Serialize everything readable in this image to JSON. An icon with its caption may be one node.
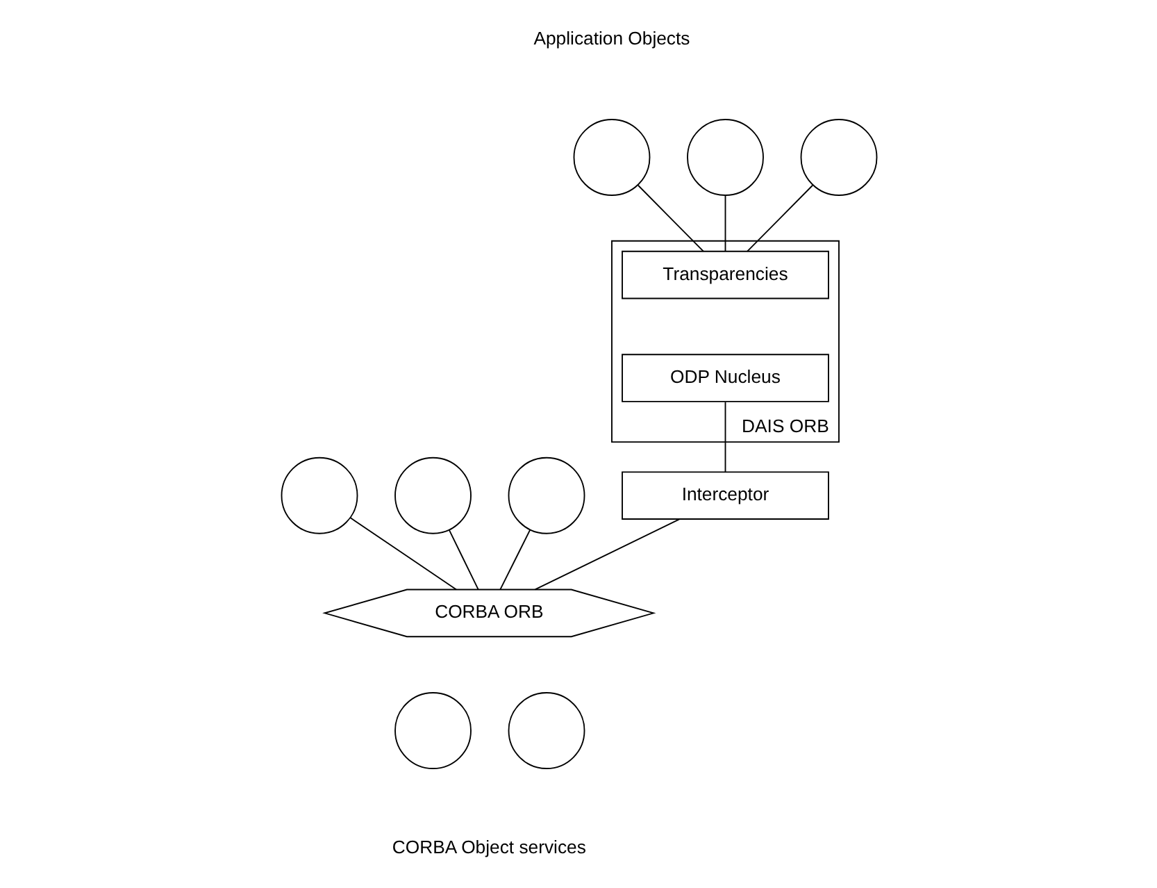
{
  "diagram": {
    "nodes": [
      {
        "text": [
          "DAIS ORB"
        ]
      },
      {
        "text": [
          "Transparencies"
        ],
        "in": 0
      },
      {
        "text": [
          "ODP Nucleus"
        ],
        "in": 0
      },
      {
        "text": [],
        "shape": "circle"
      },
      {
        "text": [],
        "shape": "circle"
      },
      {
        "text": [],
        "shape": "circle"
      },
      {
        "text": [],
        "shape": "circle"
      },
      {
        "text": [],
        "shape": "circle"
      },
      {
        "text": [],
        "shape": "circle"
      },
      {
        "text": [
          "CORBA ORB"
        ]
      },
      {
        "text": [
          "Interceptor"
        ]
      },
      {
        "text": [],
        "shape": "circle"
      },
      {
        "text": [],
        "shape": "circle"
      }
    ],
    "edges": [
      {
        "from": 3,
        "to": 1,
        "arrow": "none"
      },
      {
        "from": 4,
        "to": 1,
        "arrow": "none"
      },
      {
        "from": 5,
        "to": 1,
        "arrow": "none"
      },
      {
        "from": 6,
        "to": 9,
        "arrow": "none"
      },
      {
        "from": 7,
        "to": 9,
        "arrow": "none"
      },
      {
        "from": 8,
        "to": 9,
        "arrow": "none"
      },
      {
        "from": 2,
        "to": 10,
        "arrow": "none"
      },
      {
        "from": 10,
        "to": 9,
        "arrow": "none"
      }
    ],
    "labels": [
      "Application Objects",
      "CORBA Object services"
    ]
  }
}
